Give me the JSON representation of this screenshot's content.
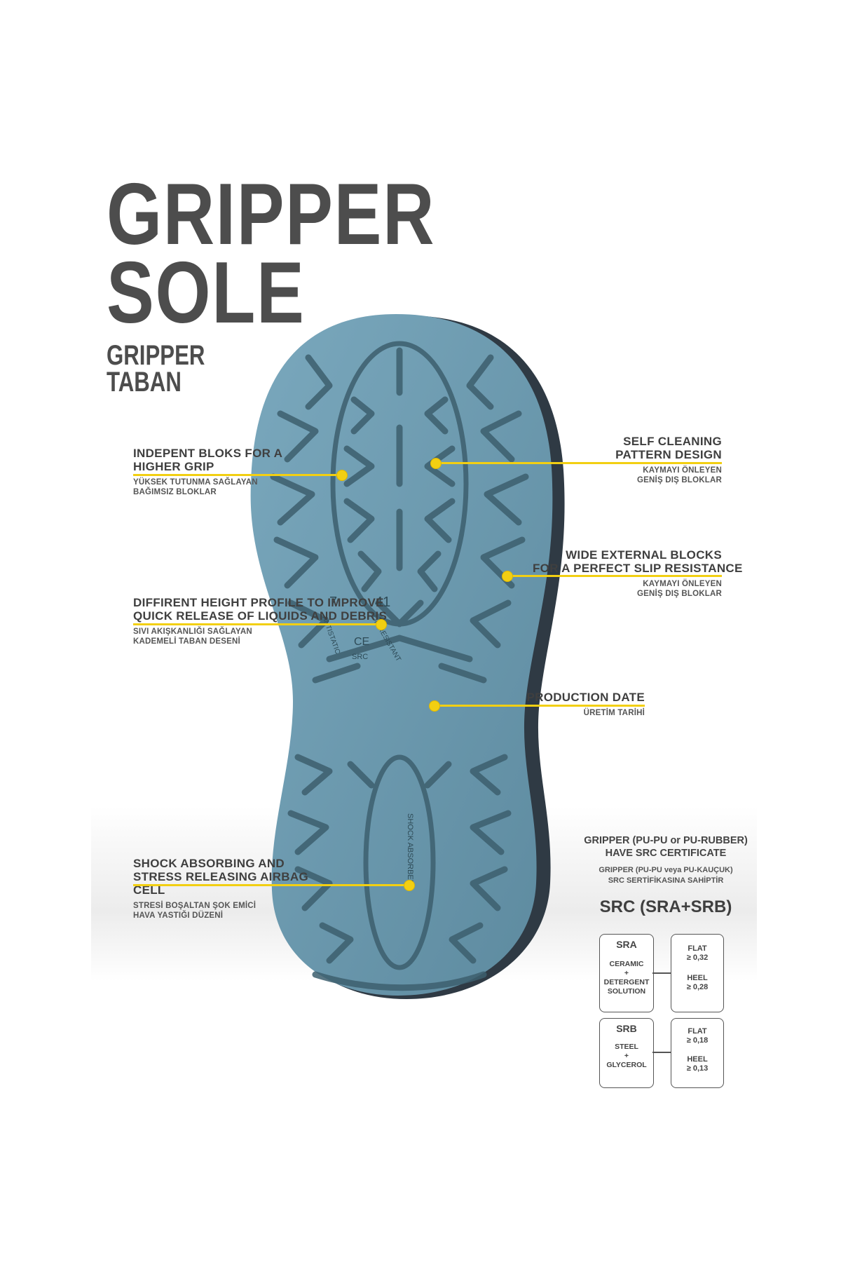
{
  "title": {
    "line1": "GRIPPER",
    "line2": "SOLE"
  },
  "subtitle": {
    "line1": "GRIPPER",
    "line2": "TABAN"
  },
  "callouts": {
    "independent": {
      "title1": "INDEPENT BLOKS FOR A",
      "title2": "HIGHER GRIP",
      "sub1": "YÜKSEK TUTUNMA SAĞLAYAN",
      "sub2": "BAĞIMSIZ BLOKLAR"
    },
    "height": {
      "title1": "DIFFIRENT HEIGHT PROFILE TO IMPROVE",
      "title2": "QUICK RELEASE OF LIQUIDS AND DEBRIS",
      "sub1": "SIVI AKIŞKANLIĞI SAĞLAYAN",
      "sub2": "KADEMELİ TABAN DESENİ"
    },
    "shock": {
      "title1": "SHOCK ABSORBING AND",
      "title2": "STRESS RELEASING AIRBAG CELL",
      "sub1": "STRESİ BOŞALTAN ŞOK EMİCİ",
      "sub2": "HAVA YASTIĞI DÜZENİ"
    },
    "selfclean": {
      "title1": "SELF CLEANING",
      "title2": "PATTERN DESIGN",
      "sub1": "KAYMAYI ÖNLEYEN",
      "sub2": "GENİŞ DIŞ BLOKLAR"
    },
    "wide": {
      "title1": "WIDE EXTERNAL BLOCKS",
      "title2": "FOR A PERFECT SLIP RESISTANCE",
      "sub1": "KAYMAYI ÖNLEYEN",
      "sub2": "GENİŞ DIŞ BLOKLAR"
    },
    "production": {
      "title1": "PRODUCTION DATE",
      "sub1": "ÜRETİM TARİHİ"
    }
  },
  "sole_marks": {
    "num_left": "7",
    "num_right": "41",
    "antistatic": "ANTISTATIC",
    "oil": "OIL RESISTANT",
    "ce": "CE",
    "src": "SRC",
    "shock_text": "SHOCK ABSORBER"
  },
  "certificate": {
    "line1": "GRIPPER (PU-PU or PU-RUBBER)",
    "line2": "HAVE SRC CERTIFICATE",
    "line3": "GRIPPER (PU-PU veya PU-KAUÇUK)",
    "line4": "SRC SERTİFİKASINA SAHİPTİR",
    "heading": "SRC (SRA+SRB)",
    "sra": {
      "title": "SRA",
      "l1": "CERAMIC",
      "l2": "+",
      "l3": "DETERGENT",
      "l4": "SOLUTION"
    },
    "sra_values": {
      "flat": "FLAT",
      "flat_v": "≥ 0,32",
      "heel": "HEEL",
      "heel_v": "≥ 0,28"
    },
    "srb": {
      "title": "SRB",
      "l1": "STEEL",
      "l2": "+",
      "l3": "GLYCEROL"
    },
    "srb_values": {
      "flat": "FLAT",
      "flat_v": "≥ 0,18",
      "heel": "HEEL",
      "heel_v": "≥ 0,13"
    }
  },
  "colors": {
    "sole": "#6d9bb0",
    "sole_dark": "#46707f",
    "accent": "#f2cf12",
    "text": "#4a4a4a"
  }
}
